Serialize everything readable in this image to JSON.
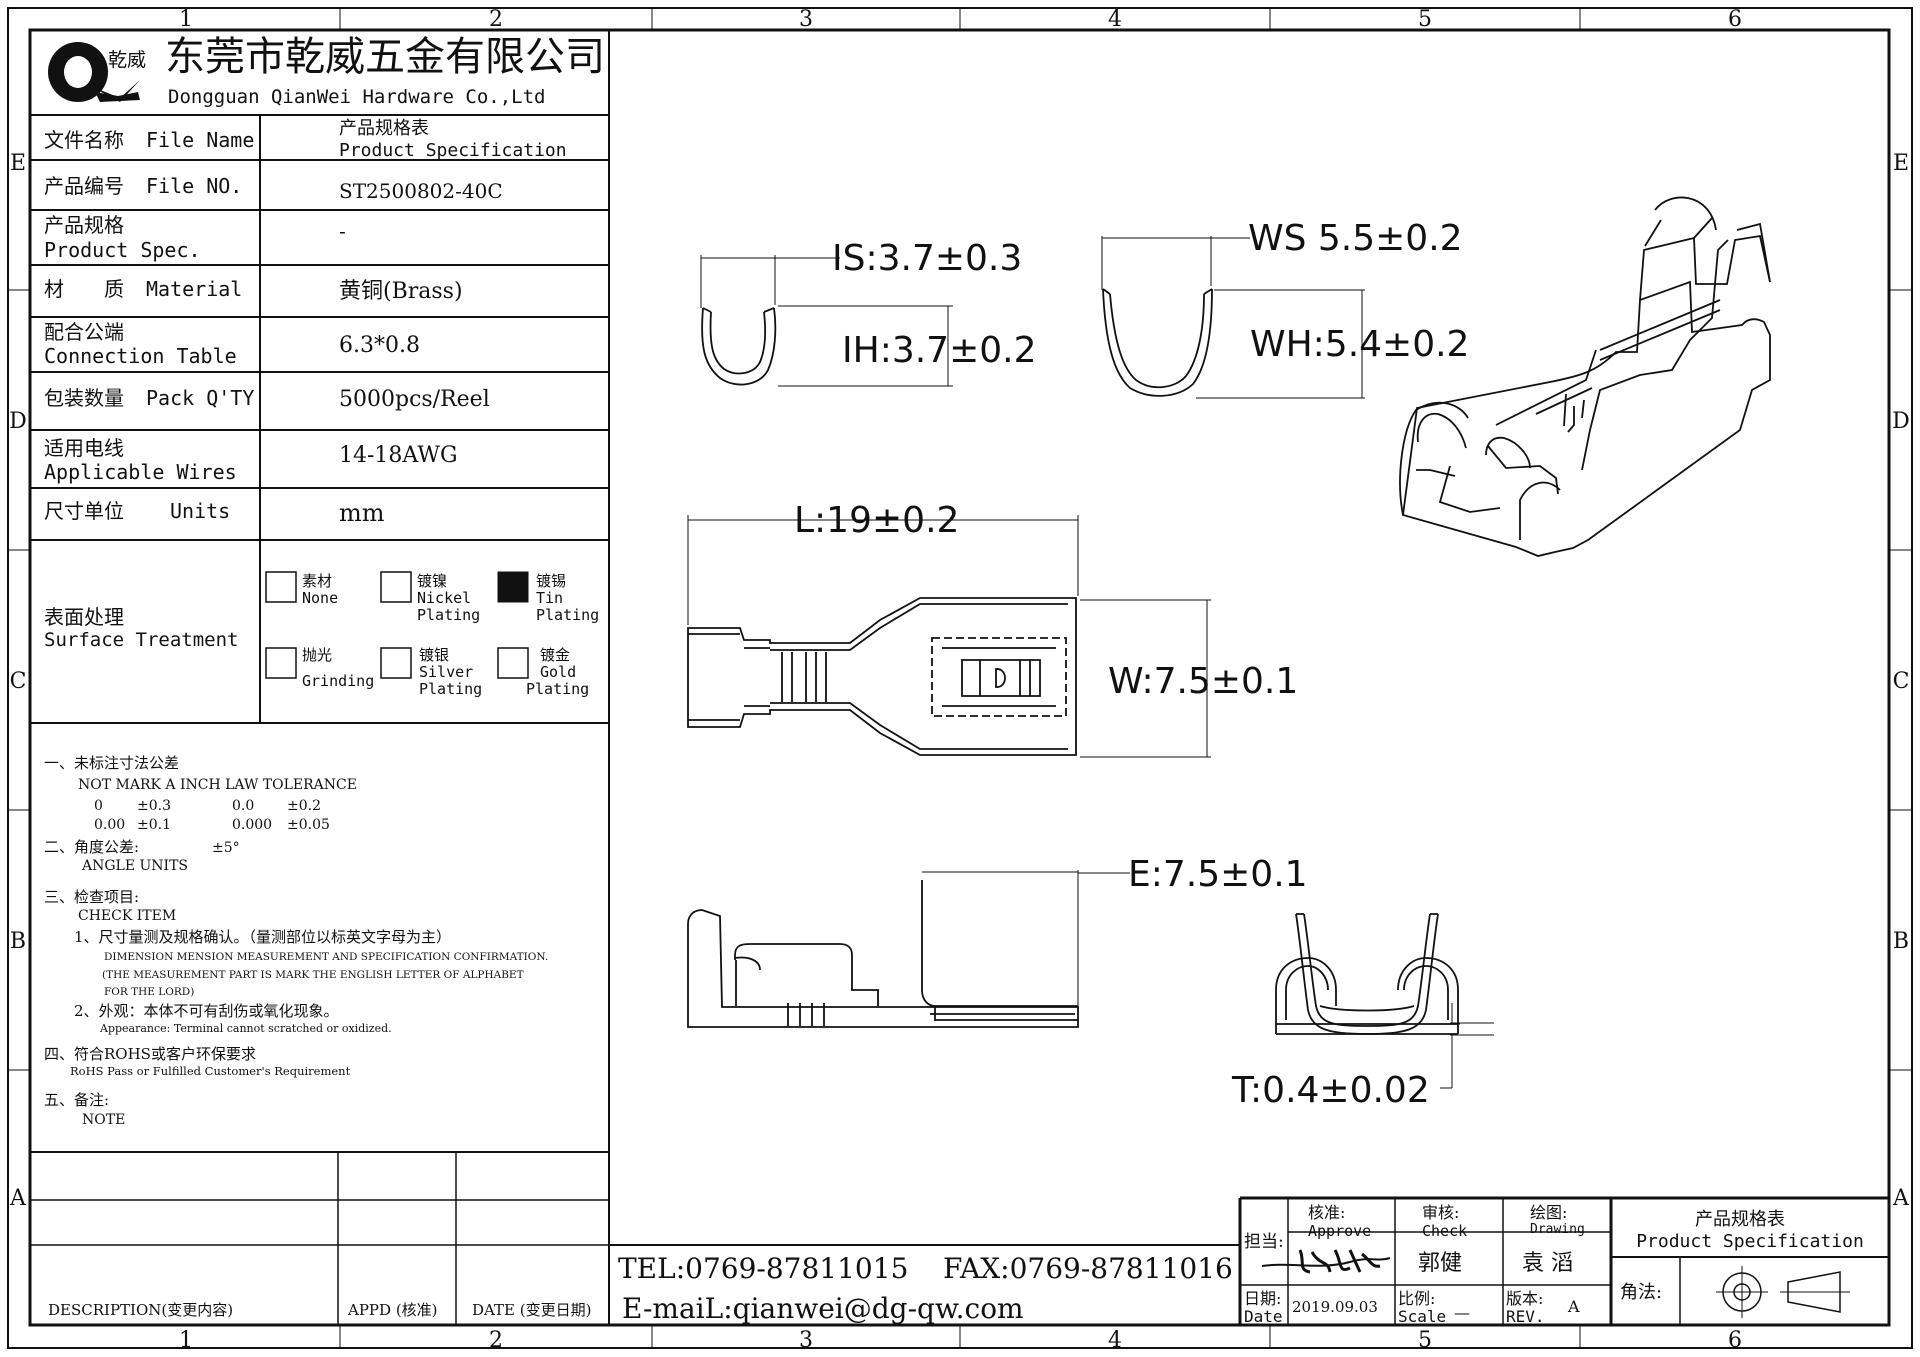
{
  "grid": {
    "cols": [
      "1",
      "2",
      "3",
      "4",
      "5",
      "6"
    ],
    "rows": [
      "E",
      "D",
      "C",
      "B",
      "A"
    ]
  },
  "company": {
    "logo_text": "乾威",
    "name_cn": "东莞市乾威五金有限公司",
    "name_en": "Dongguan QianWei Hardware Co.,Ltd"
  },
  "spec_table": [
    {
      "label_cn": "文件名称",
      "label_en": "File Name",
      "value_line1": "产品规格表",
      "value_line2": "Product Specification"
    },
    {
      "label_cn": "产品编号",
      "label_en": "File NO.",
      "value_line1": "ST2500802-40C",
      "value_line2": ""
    },
    {
      "label_cn": "产品规格",
      "label_en": "Product Spec.",
      "value_line1": "-",
      "value_line2": ""
    },
    {
      "label_cn": "材　　质",
      "label_en": "Material",
      "value_line1": "黄铜(Brass)",
      "value_line2": ""
    },
    {
      "label_cn": "配合公端",
      "label_en": "Connection Table",
      "value_line1": "6.3*0.8",
      "value_line2": ""
    },
    {
      "label_cn": "包装数量",
      "label_en": "Pack Q'TY",
      "value_line1": "5000pcs/Reel",
      "value_line2": ""
    },
    {
      "label_cn": "适用电线",
      "label_en": "Applicable Wires",
      "value_line1": "14-18AWG",
      "value_line2": ""
    },
    {
      "label_cn": "尺寸单位",
      "label_en": "Units",
      "value_line1": "mm",
      "value_line2": ""
    }
  ],
  "surface": {
    "label_cn": "表面处理",
    "label_en": "Surface Treatment",
    "options": [
      {
        "cn": "素材",
        "en1": "None",
        "en2": "",
        "checked": false
      },
      {
        "cn": "镀镍",
        "en1": "Nickel",
        "en2": "Plating",
        "checked": false
      },
      {
        "cn": "镀锡",
        "en1": "Tin",
        "en2": "Plating",
        "checked": true
      },
      {
        "cn": "抛光",
        "en1": "Grinding",
        "en2": "",
        "checked": false
      },
      {
        "cn": "镀银",
        "en1": "Silver",
        "en2": "Plating",
        "checked": false
      },
      {
        "cn": "镀金",
        "en1": "Gold",
        "en2": "Plating",
        "checked": false
      }
    ]
  },
  "notes": {
    "n1_cn": "一、未标注寸法公差",
    "n1_en": "NOT MARK A INCH LAW TOLERANCE",
    "tol_row1": [
      "0",
      "±0.3",
      "0.0",
      "±0.2"
    ],
    "tol_row2": [
      "0.00",
      "±0.1",
      "0.000",
      "±0.05"
    ],
    "n2_cn": "二、角度公差:",
    "n2_val": "±5°",
    "n2_en": "ANGLE UNITS",
    "n3_cn": "三、检查项目:",
    "n3_en": "CHECK ITEM",
    "n3_1_cn": "1、尺寸量测及规格确认。（量测部位以标英文字母为主）",
    "n3_1_en_a": "DIMENSION MENSION MEASUREMENT AND SPECIFICATION CONFIRMATION.",
    "n3_1_en_b": "(THE MEASUREMENT PART IS MARK THE ENGLISH LETTER OF ALPHABET",
    "n3_1_en_c": "FOR THE LORD)",
    "n3_2_cn": "2、外观：本体不可有刮伤或氧化现象。",
    "n3_2_en": "Appearance: Terminal cannot scratched or oxidized.",
    "n4_cn": "四、符合ROHS或客户环保要求",
    "n4_en": "RoHS Pass or Fulfilled Customer's Requirement",
    "n5_cn": "五、备注:",
    "n5_en": "NOTE"
  },
  "revision": {
    "desc": "DESCRIPTION(变更内容)",
    "appd": "APPD (核准)",
    "date": "DATE (变更日期)"
  },
  "contact": {
    "tel": "TEL:0769-87811015",
    "fax": "FAX:0769-87811016",
    "email": "E-maiL:qianwei@dg-qw.com"
  },
  "title_block": {
    "charge": "担当:",
    "approve_cn": "核准:",
    "approve_en": "Approve",
    "check_cn": "审核:",
    "check_en": "Check",
    "drawing_cn": "绘图:",
    "drawing_en": "Drawing",
    "check_name": "郭健",
    "drawing_name": "袁 滔",
    "date_cn": "日期:",
    "date_en": "Date",
    "date_val": "2019.09.03",
    "scale_cn": "比例:",
    "scale_en": "Scale",
    "scale_val": "—",
    "rev_cn": "版本:",
    "rev_en": "REV.",
    "rev_val": "A",
    "title_cn": "产品规格表",
    "title_en": "Product Specification",
    "angle": "角法:"
  },
  "dimensions": {
    "is": "IS:3.7±0.3",
    "ih": "IH:3.7±0.2",
    "ws": "WS  5.5±0.2",
    "wh": "WH:5.4±0.2",
    "l": "L:19±0.2",
    "w": "W:7.5±0.1",
    "e": "E:7.5±0.1",
    "t": "T:0.4±0.02"
  }
}
